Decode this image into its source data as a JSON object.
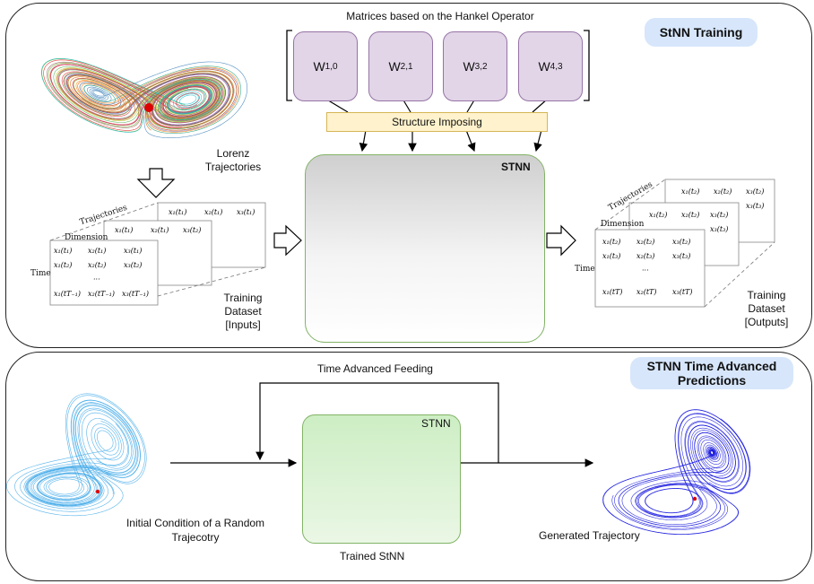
{
  "top": {
    "header": "Matrices based on the Hankel Operator",
    "badge": "StNN Training",
    "lorenz_label": "Lorenz Trajectories",
    "matrices": [
      {
        "base": "W",
        "sub": "1,0"
      },
      {
        "base": "W",
        "sub": "2,1"
      },
      {
        "base": "W",
        "sub": "3,2"
      },
      {
        "base": "W",
        "sub": "4,3"
      }
    ],
    "structure": "Structure Imposing",
    "network_label": "STNN",
    "inputs": {
      "axis_trajectories": "Trajectories",
      "axis_dimension": "Dimension",
      "axis_time": "Time",
      "caption_line1": "Training",
      "caption_line2": "Dataset",
      "caption_line3": "[Inputs]"
    },
    "outputs": {
      "axis_trajectories": "Trajectories",
      "axis_dimension": "Dimension",
      "axis_time": "Time",
      "caption_line1": "Training",
      "caption_line2": "Dataset",
      "caption_line3": "[Outputs]"
    }
  },
  "bottom": {
    "badge_line1": "STNN Time Advanced",
    "badge_line2": "Predictions",
    "feedback_label": "Time Advanced Feeding",
    "network_label": "STNN",
    "trained_label": "Trained StNN",
    "initial_label_line1": "Initial Condition of a Random",
    "initial_label_line2": "Trajecotry",
    "generated_label": "Generated Trajectory"
  },
  "colors": {
    "matrix_fill": "#e1d5e7",
    "structure_fill": "#fff2cc",
    "stnn_border": "#82b366",
    "badge_fill": "#d7e6fb",
    "initial_trajectory": "#3aa6e8",
    "generated_trajectory": "#1111dd",
    "marker": "#dd0000"
  }
}
